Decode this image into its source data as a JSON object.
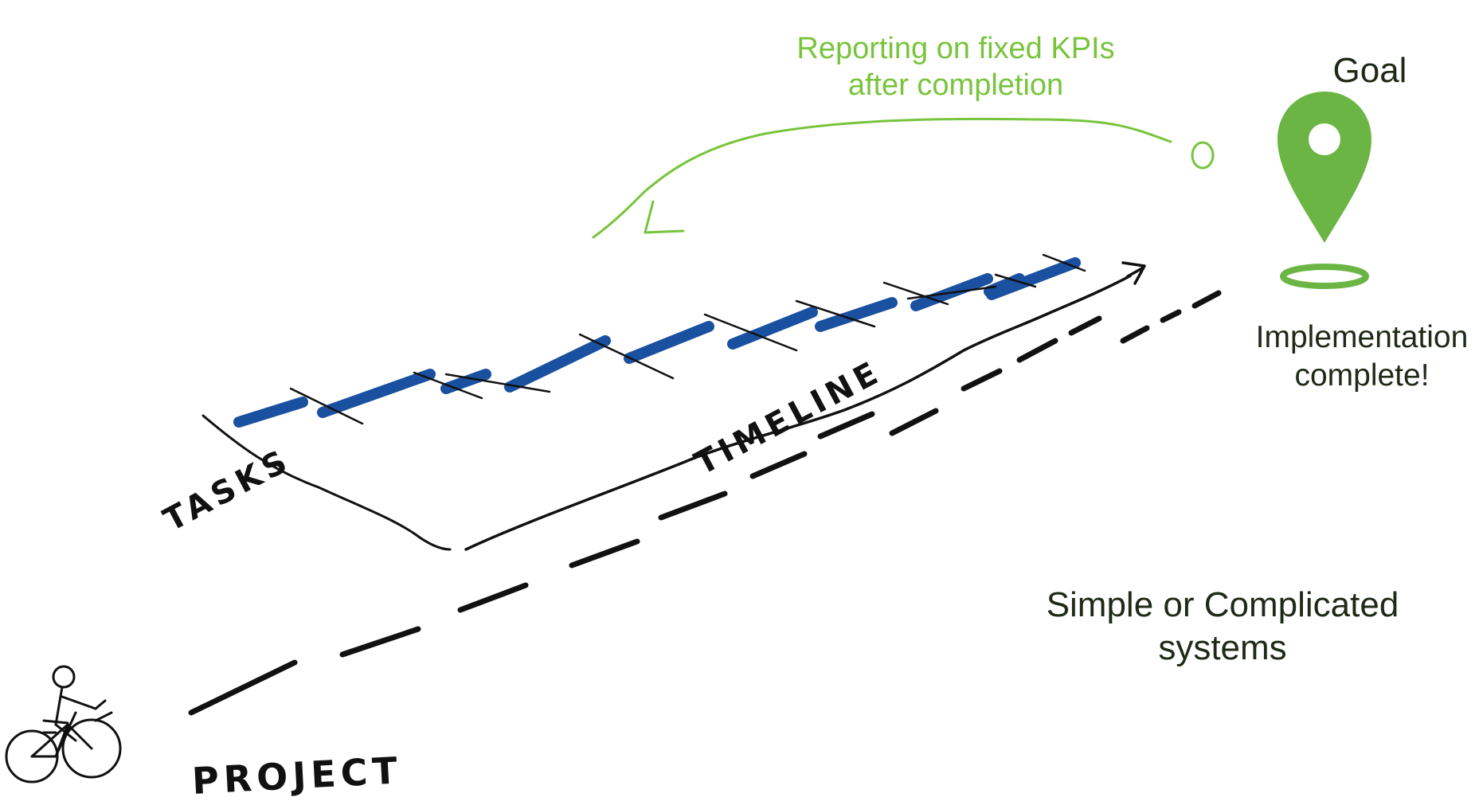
{
  "annotation": {
    "kpi_line1": "Reporting on fixed KPIs",
    "kpi_line2": "after completion"
  },
  "goal": {
    "label": "Goal",
    "status_line1": "Implementation",
    "status_line2": "complete!"
  },
  "systems": {
    "line1": "Simple or Complicated",
    "line2": "systems"
  },
  "axes": {
    "tasks": "TASKS",
    "timeline": "TIMELINE",
    "project": "PROJECT"
  },
  "colors": {
    "ink": "#111111",
    "task_blue": "#1a50a0",
    "kpi_green": "#78c43c",
    "pin_green": "#6bb545",
    "text_dark": "#1e2a16"
  },
  "icons": [
    "bicycle-rider-icon",
    "map-pin-icon"
  ]
}
